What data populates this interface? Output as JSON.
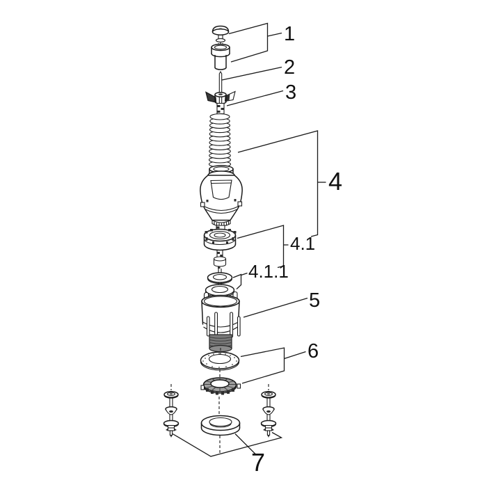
{
  "diagram": {
    "kind": "exploded-parts-diagram",
    "background_color": "#ffffff",
    "line_color": "#1a1a1a",
    "accent_colors": {
      "thread_gray": "#7a7a7a",
      "lock_nut_gray": "#a0a0a0",
      "notch_dark": "#2e2e2e"
    },
    "callouts": {
      "n1": "1",
      "n2": "2",
      "n3": "3",
      "n4": "4",
      "n4_1": "4.1",
      "n4_1_1": "4.1.1",
      "n5": "5",
      "n6": "6",
      "n7": "7"
    },
    "parts": [
      {
        "callout": "1",
        "part": "push-button-cap-and-sleeve"
      },
      {
        "callout": "2",
        "part": "pull-rod"
      },
      {
        "callout": "3",
        "part": "wing-toggle"
      },
      {
        "callout": "4",
        "part": "bellows-and-valve-body"
      },
      {
        "callout": "4.1",
        "part": "piston-insert"
      },
      {
        "callout": "4.1.1",
        "part": "seal-washers"
      },
      {
        "callout": "5",
        "part": "valve-seat-cup"
      },
      {
        "callout": "6",
        "part": "flat-gasket-and-lock-nut"
      },
      {
        "callout": "7",
        "part": "seal-ring-and-mounting-bolts"
      }
    ]
  }
}
